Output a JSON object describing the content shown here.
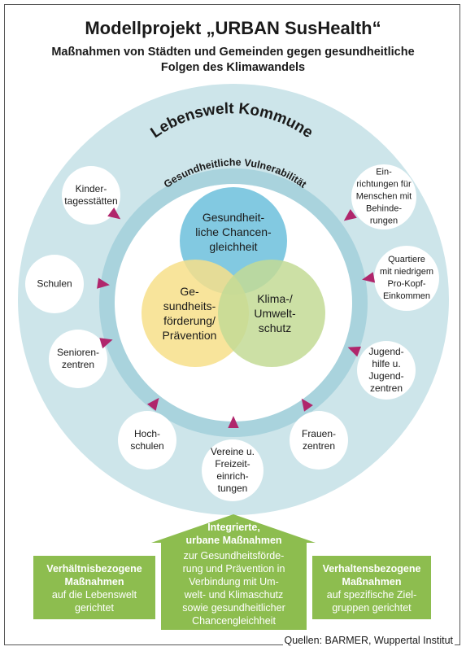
{
  "title": "Modellprojekt „URBAN SusHealth“",
  "subtitle": "Maßnahmen von Städten und Gemeinden gegen gesundheitliche\nFolgen des Klimawandels",
  "outer_ring_label": "Lebenswelt Kommune",
  "inner_ring_label": "Gesundheitliche Vulnerabilität",
  "venn": {
    "top": "Gesundheit-\nliche Chancen-\ngleichheit",
    "left": "Ge-\nsundheits-\nförderung/\nPrävention",
    "right": "Klima-/\nUmwelt-\nschutz"
  },
  "settings": [
    "Kinder-\ntagesstätten",
    "Schulen",
    "Senioren-\nzentren",
    "Hoch-\nschulen",
    "Vereine u.\nFreizeit-\neinrich-\ntungen",
    "Frauen-\nzentren",
    "Jugend-\nhilfe u.\nJugend-\nzentren",
    "Quartiere\nmit niedrigem\nPro-Kopf-\nEinkommen",
    "Ein-\nrichtungen für\nMenschen mit\nBehinde-\nrungen"
  ],
  "boxes": {
    "left_title": "Verhältnisbezogene\nMaßnahmen",
    "left_body": "auf die Lebenswelt\ngerichtet",
    "center_title": "Integrierte,\nurbane Maßnahmen",
    "center_body": "zur Gesundheitsförde-\nrung und Prävention in\nVerbindung mit Um-\nwelt- und Klimaschutz\nsowie gesundheitlicher\nChancengleichheit",
    "right_title": "Verhaltensbezogene\nMaßnahmen",
    "right_body": "auf spezifische Ziel-\ngruppen gerichtet"
  },
  "source": "Quellen: BARMER, Wuppertal Institut",
  "colors": {
    "outer_ring": "#cde5ea",
    "inner_ring": "#a9d3dd",
    "venn_top": "#6cc0dc",
    "venn_left": "#f7df8a",
    "venn_right": "#c3db95",
    "arrow": "#b0266c",
    "box_green": "#8dbd4f"
  }
}
